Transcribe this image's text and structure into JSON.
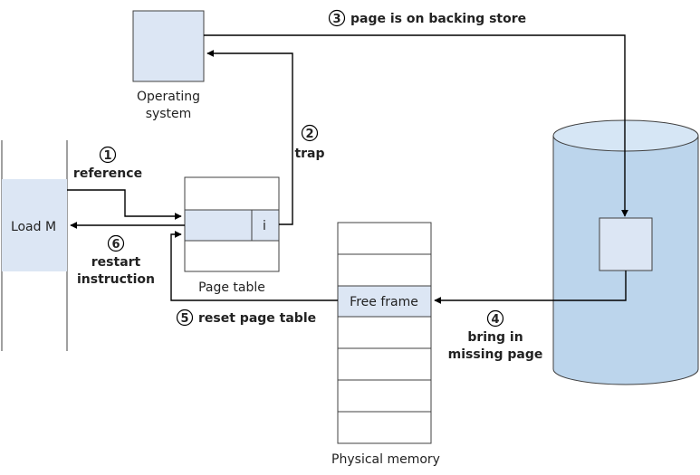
{
  "os": {
    "label_line1": "Operating",
    "label_line2": "system"
  },
  "process": {
    "instruction": "Load M"
  },
  "page_table": {
    "caption": "Page table",
    "entry_bit": "i"
  },
  "physical_memory": {
    "caption": "Physical memory",
    "free_frame": "Free frame"
  },
  "steps": [
    {
      "number": "1",
      "line1": "reference",
      "line2": ""
    },
    {
      "number": "2",
      "line1": "trap",
      "line2": ""
    },
    {
      "number": "3",
      "line1": "page is on backing store",
      "line2": ""
    },
    {
      "number": "4",
      "line1": "bring in",
      "line2": "missing page"
    },
    {
      "number": "5",
      "line1": "reset page table",
      "line2": ""
    },
    {
      "number": "6",
      "line1": "restart",
      "line2": "instruction"
    }
  ],
  "colors": {
    "fill_light_blue": "#dce6f4",
    "disk_fill": "#bcd5ec",
    "line": "#000000",
    "box_border": "#404040"
  }
}
